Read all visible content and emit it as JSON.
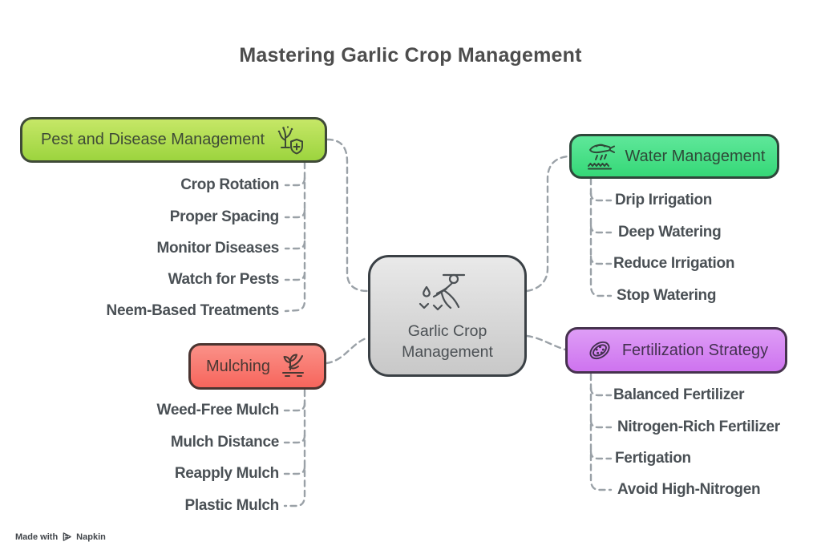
{
  "title": "Mastering Garlic Crop Management",
  "center": {
    "icon": "farmer-sowing-icon",
    "line1": "Garlic Crop",
    "line2": "Management"
  },
  "branches": {
    "pest": {
      "label": "Pest and Disease Management",
      "icon": "plant-protection-shield-icon",
      "items": [
        "Crop Rotation",
        "Proper Spacing",
        "Monitor Diseases",
        "Watch for Pests",
        "Neem-Based Treatments"
      ],
      "colors": {
        "top": "#c6e767",
        "bottom": "#9cd43e",
        "border": "#3f4a38",
        "text": "#3e4a36"
      }
    },
    "mulching": {
      "label": "Mulching",
      "icon": "mulch-sprout-hand-icon",
      "items": [
        "Weed-Free Mulch",
        "Mulch Distance",
        "Reapply Mulch",
        "Plastic Mulch"
      ],
      "colors": {
        "top": "#fa9188",
        "bottom": "#f7655c",
        "border": "#4a3430",
        "text": "#4a3833"
      }
    },
    "water": {
      "label": "Water Management",
      "icon": "irrigation-plane-icon",
      "items": [
        "Drip Irrigation",
        "Deep Watering",
        "Reduce Irrigation",
        "Stop Watering"
      ],
      "colors": {
        "top": "#5fe79a",
        "bottom": "#35d877",
        "border": "#2e473a",
        "text": "#2e4a38"
      }
    },
    "fertilization": {
      "label": "Fertilization Strategy",
      "icon": "fertilizer-cell-icon",
      "items": [
        "Balanced Fertilizer",
        "Nitrogen-Rich Fertilizer",
        "Fertigation",
        "Avoid High-Nitrogen"
      ],
      "colors": {
        "top": "#de9df6",
        "bottom": "#ce73ef",
        "border": "#46324e",
        "text": "#443050"
      }
    }
  },
  "footer": {
    "made_with": "Made with",
    "brand": "Napkin"
  },
  "connector_color": "#9aa1a7",
  "center_colors": {
    "top": "#e9e9e9",
    "bottom": "#c8c8c8",
    "border": "#3a4045",
    "text": "#4b5054"
  }
}
